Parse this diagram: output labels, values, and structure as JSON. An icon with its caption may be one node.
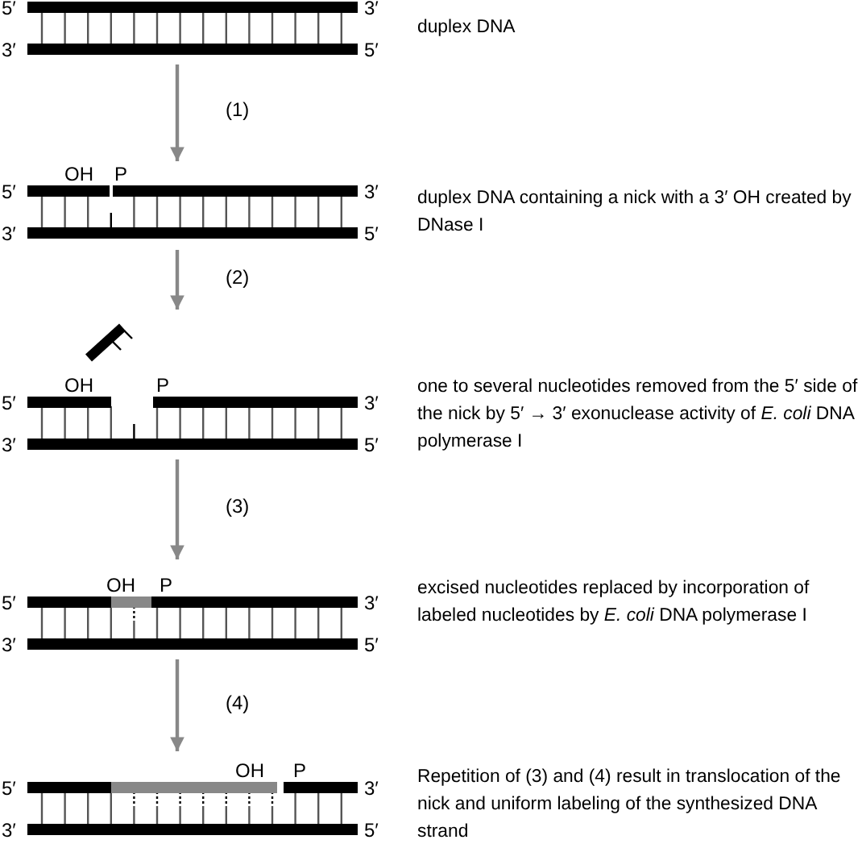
{
  "diagram": {
    "nodes": [
      {
        "text": [
          "5′",
          "3′",
          "3′",
          "5′"
        ],
        "beside": [
          "duplex DNA"
        ]
      },
      {
        "text": [
          "OH",
          "P",
          "5′",
          "3′",
          "3′",
          "5′"
        ],
        "beside": [
          "duplex DNA containing a nick with a 3′ OH created by DNase I"
        ]
      },
      {
        "text": [
          "OH",
          "P",
          "5′",
          "3′",
          "3′",
          "5′"
        ],
        "beside": [
          "one to several nucleotides removed from the 5′ side of the nick by 5′ → 3′ exonuclease activity of *E. coli* DNA polymerase I"
        ]
      },
      {
        "text": [
          "OH",
          "P",
          "5′",
          "3′",
          "3′",
          "5′"
        ],
        "beside": [
          "excised nucleotides replaced by incorporation of labeled nucleotides by *E. coli* DNA polymerase I"
        ]
      },
      {
        "text": [
          "OH",
          "P",
          "5′",
          "3′",
          "3′",
          "5′"
        ],
        "beside": [
          "Repetition of (3) and (4) result in translocation of the nick and uniform labeling of the synthesized DNA strand"
        ]
      }
    ],
    "edges": [
      {
        "from": 0,
        "to": 1,
        "arrow": "to",
        "label": "(1)"
      },
      {
        "from": 1,
        "to": 2,
        "arrow": "to",
        "label": "(2)"
      },
      {
        "from": 2,
        "to": 3,
        "arrow": "to",
        "label": "(3)"
      },
      {
        "from": 3,
        "to": 4,
        "arrow": "to",
        "label": "(4)"
      }
    ]
  }
}
